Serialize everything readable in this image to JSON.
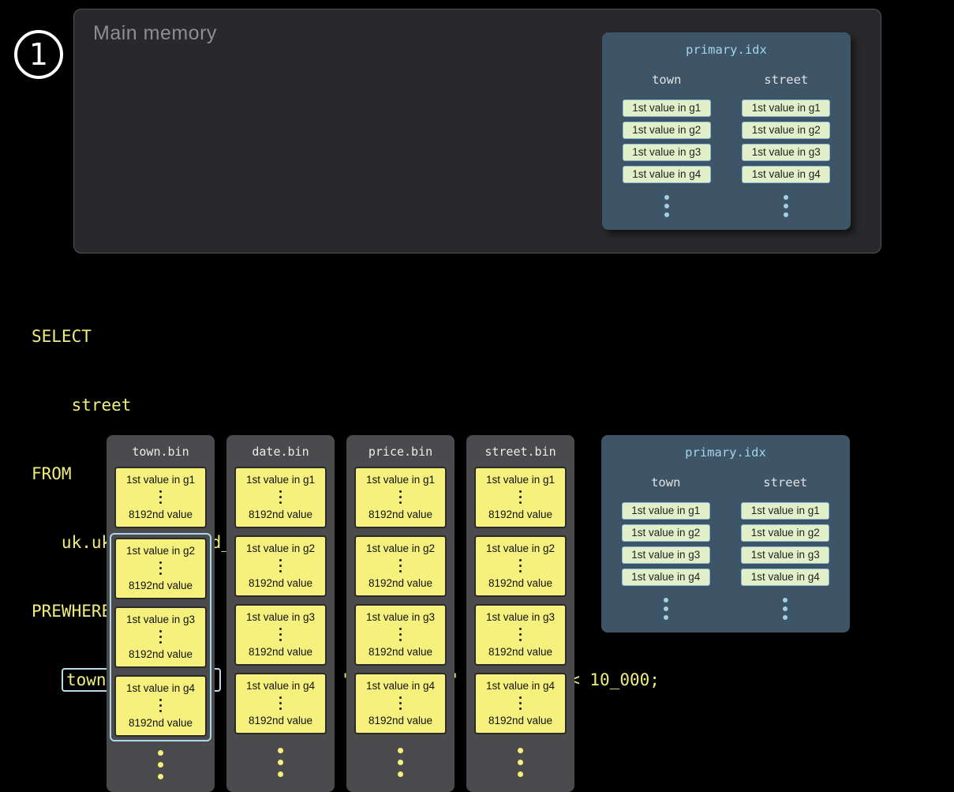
{
  "step": {
    "label": "1"
  },
  "main_memory": {
    "label": "Main memory"
  },
  "primary_idx": {
    "title": "primary.idx",
    "town": {
      "header": "town",
      "entries": [
        "1st value in g1",
        "1st value in g2",
        "1st value in g3",
        "1st value in g4"
      ]
    },
    "street": {
      "header": "street",
      "entries": [
        "1st value in g1",
        "1st value in g2",
        "1st value in g3",
        "1st value in g4"
      ]
    }
  },
  "sql": {
    "line1": "SELECT",
    "line2": "    street",
    "line3": "FROM",
    "line4": "   uk.uk_price_paid_simple",
    "line5": "PREWHERE",
    "line6_indent": "   ",
    "line6_highlight": "town = 'LONDON'",
    "line6_rest": " AND date > '2024-12-31' AND price < 10_000;"
  },
  "bin_columns": [
    {
      "title": "town.bin",
      "granules": [
        {
          "first": "1st value in g1",
          "last": "8192nd value"
        },
        {
          "first": "1st value in g2",
          "last": "8192nd value"
        },
        {
          "first": "1st value in g3",
          "last": "8192nd value"
        },
        {
          "first": "1st value in g4",
          "last": "8192nd value"
        }
      ]
    },
    {
      "title": "date.bin",
      "granules": [
        {
          "first": "1st value in g1",
          "last": "8192nd value"
        },
        {
          "first": "1st value in g2",
          "last": "8192nd value"
        },
        {
          "first": "1st value in g3",
          "last": "8192nd value"
        },
        {
          "first": "1st value in g4",
          "last": "8192nd value"
        }
      ]
    },
    {
      "title": "price.bin",
      "granules": [
        {
          "first": "1st value in g1",
          "last": "8192nd value"
        },
        {
          "first": "1st value in g2",
          "last": "8192nd value"
        },
        {
          "first": "1st value in g3",
          "last": "8192nd value"
        },
        {
          "first": "1st value in g4",
          "last": "8192nd value"
        }
      ]
    },
    {
      "title": "street.bin",
      "granules": [
        {
          "first": "1st value in g1",
          "last": "8192nd value"
        },
        {
          "first": "1st value in g2",
          "last": "8192nd value"
        },
        {
          "first": "1st value in g3",
          "last": "8192nd value"
        },
        {
          "first": "1st value in g4",
          "last": "8192nd value"
        }
      ]
    }
  ],
  "colors": {
    "accent_blue": "#aed7e9",
    "granule_yellow": "#f6f17c",
    "index_chip_green": "#e2f0ca",
    "panel_slate": "#3e5568",
    "sql_yellow": "#f2ee7d"
  }
}
